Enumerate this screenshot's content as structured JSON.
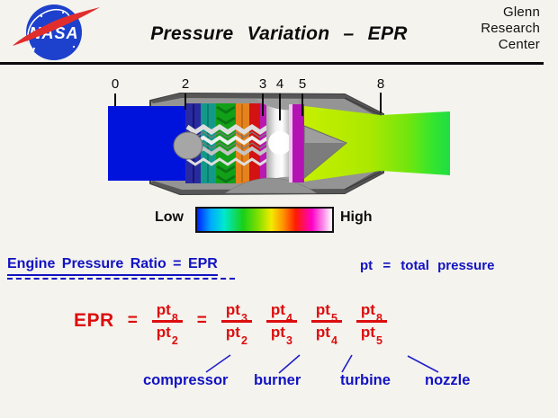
{
  "header": {
    "logo": "NASA",
    "title": "Pressure Variation – EPR",
    "org": [
      "Glenn",
      "Research",
      "Center"
    ]
  },
  "engine": {
    "stations": [
      "0",
      "2",
      "3",
      "4",
      "5",
      "8"
    ]
  },
  "scale": {
    "low_label": "Low",
    "high_label": "High"
  },
  "definition": {
    "heading": "Engine Pressure Ratio = EPR",
    "note": {
      "symbol": "pt",
      "equals": "=",
      "text": "total pressure"
    }
  },
  "equation": {
    "lhs": "EPR",
    "equals1": "=",
    "equals2": "=",
    "fractions": [
      {
        "num": "pt",
        "num_sub": "8",
        "den": "pt",
        "den_sub": "2"
      },
      {
        "num": "pt",
        "num_sub": "3",
        "den": "pt",
        "den_sub": "2"
      },
      {
        "num": "pt",
        "num_sub": "4",
        "den": "pt",
        "den_sub": "3"
      },
      {
        "num": "pt",
        "num_sub": "5",
        "den": "pt",
        "den_sub": "4"
      },
      {
        "num": "pt",
        "num_sub": "8",
        "den": "pt",
        "den_sub": "5"
      }
    ],
    "component_labels": [
      "compressor",
      "burner",
      "turbine",
      "nozzle"
    ]
  },
  "colors": {
    "background": "#f4f3ee",
    "text_blue": "#1212c2",
    "equation_red": "#dc0e0e",
    "inlet_blue": "#0013dd",
    "exhaust_yellow_green": "#abe800",
    "exhaust_green": "#1fdd44",
    "nacelle_gray": "#949494",
    "scale_gradient": [
      "#0020ff",
      "#00a8ff",
      "#00e8d0",
      "#18d018",
      "#8ae000",
      "#f4ea00",
      "#ff9000",
      "#ff1c00",
      "#ff00c8",
      "#ff96ea",
      "#ffffff"
    ]
  }
}
